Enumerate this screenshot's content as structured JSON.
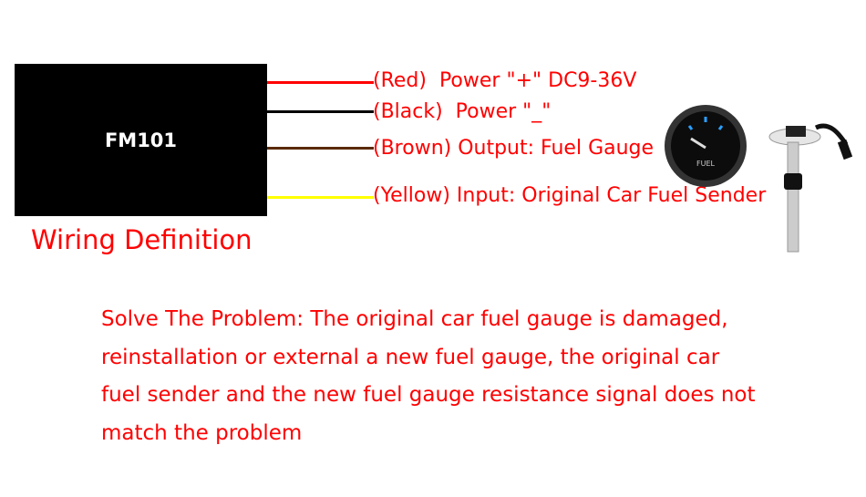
{
  "module": {
    "name": "FM101"
  },
  "wires": [
    {
      "label": "(Red)  Power \"+\" DC9-36V",
      "color": "#ff0000"
    },
    {
      "label": "(Black)  Power \"_\"",
      "color": "#000000"
    },
    {
      "label": "(Brown) Output: Fuel Gauge",
      "color": "#5a2a0a"
    },
    {
      "label": "(Yellow) Input: Original Car Fuel Sender",
      "color": "#ffff00"
    }
  ],
  "title": "Wiring Definition",
  "description": "Solve The Problem: The original car fuel gauge is damaged, reinstallation or external a new fuel gauge, the original car fuel sender and the new fuel gauge resistance signal does not match the problem",
  "gauge": {
    "face_label": "FUEL"
  }
}
